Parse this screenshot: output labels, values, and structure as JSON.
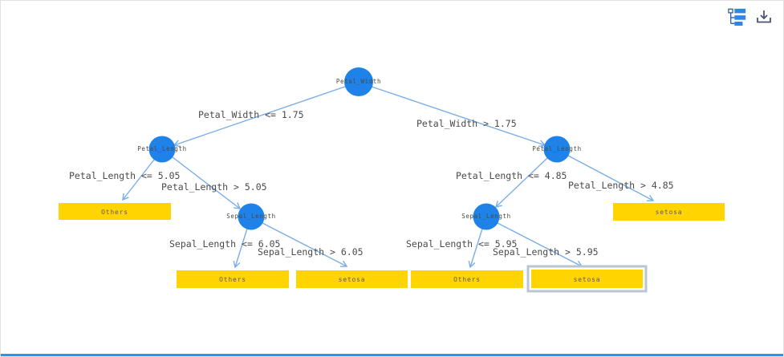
{
  "toolbar": {
    "tree_view_icon": "tree-structure",
    "download_icon": "download"
  },
  "colors": {
    "node_fill": "#1f82e9",
    "leaf_fill": "#ffd400",
    "edge": "#79aee9",
    "selected_leaf_outline": "#b9c6d2",
    "bottom_bar": "#2196f3",
    "icon_blue": "#2e86ea",
    "icon_dark": "#47566e"
  },
  "tree": {
    "nodes": [
      {
        "label": "Petal_Width"
      },
      {
        "label": "Petal_Length"
      },
      {
        "label": "Petal_Length"
      },
      {
        "label": "Sepal_Length"
      },
      {
        "label": "Sepal_Length"
      }
    ],
    "leaves": [
      {
        "label": "Others"
      },
      {
        "label": "setosa"
      },
      {
        "label": "Others"
      },
      {
        "label": "setosa"
      },
      {
        "label": "Others"
      },
      {
        "label": "setosa",
        "selected": true
      }
    ],
    "edges": [
      {
        "label": "Petal_Width <= 1.75"
      },
      {
        "label": "Petal_Width > 1.75"
      },
      {
        "label": "Petal_Length <= 5.05"
      },
      {
        "label": "Petal_Length > 5.05"
      },
      {
        "label": "Petal_Length <= 4.85"
      },
      {
        "label": "Petal_Length > 4.85"
      },
      {
        "label": "Sepal_Length <= 6.05"
      },
      {
        "label": "Sepal_Length > 6.05"
      },
      {
        "label": "Sepal_Length <= 5.95"
      },
      {
        "label": "Sepal_Length > 5.95"
      }
    ]
  }
}
